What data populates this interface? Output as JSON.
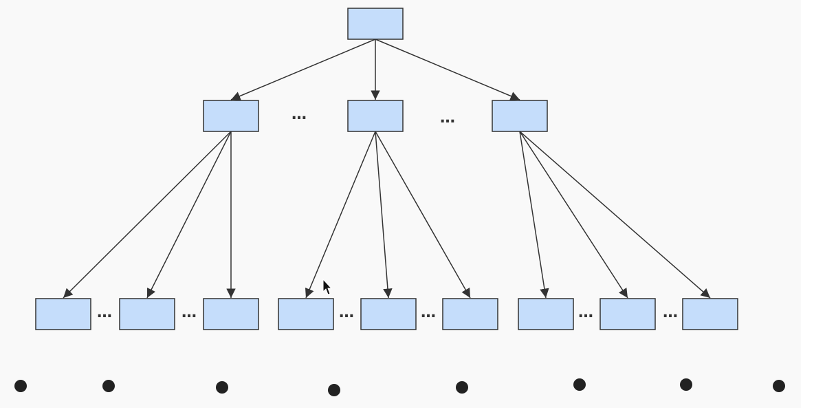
{
  "diagram": {
    "type": "tree",
    "root": "root",
    "nodes": [
      {
        "id": "root",
        "level": 0
      },
      {
        "id": "m1",
        "level": 1
      },
      {
        "id": "m2",
        "level": 1
      },
      {
        "id": "m3",
        "level": 1
      },
      {
        "id": "l1",
        "level": 2
      },
      {
        "id": "l2",
        "level": 2
      },
      {
        "id": "l3",
        "level": 2
      },
      {
        "id": "l4",
        "level": 2
      },
      {
        "id": "l5",
        "level": 2
      },
      {
        "id": "l6",
        "level": 2
      },
      {
        "id": "l7",
        "level": 2
      },
      {
        "id": "l8",
        "level": 2
      },
      {
        "id": "l9",
        "level": 2
      }
    ],
    "edges": [
      {
        "from": "root",
        "to": "m1"
      },
      {
        "from": "root",
        "to": "m2"
      },
      {
        "from": "root",
        "to": "m3"
      },
      {
        "from": "m1",
        "to": "l1"
      },
      {
        "from": "m1",
        "to": "l2"
      },
      {
        "from": "m1",
        "to": "l3"
      },
      {
        "from": "m2",
        "to": "l4"
      },
      {
        "from": "m2",
        "to": "l5"
      },
      {
        "from": "m2",
        "to": "l6"
      },
      {
        "from": "m3",
        "to": "l7"
      },
      {
        "from": "m3",
        "to": "l8"
      },
      {
        "from": "m3",
        "to": "l9"
      }
    ],
    "ellipsis_text": "…",
    "ellipsis_count": 8,
    "bottom_dot_count": 8,
    "colors": {
      "node_fill": "#c5ddfb",
      "stroke": "#333333",
      "dot": "#222222",
      "background": "#f9f9f9"
    }
  }
}
